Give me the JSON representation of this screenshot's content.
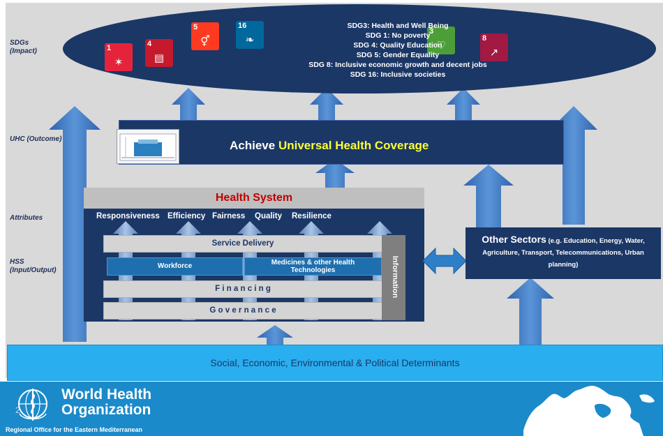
{
  "side_labels": {
    "sdgs": "SDGs\n(Impact)",
    "uhc": "UHC (Outcome)",
    "attributes": "Attributes",
    "hss": "HSS\n(Input/Output)"
  },
  "sdg_lines": [
    "SDG3: Health and Well Being",
    "SDG 1: No poverty",
    "SDG 4: Quality Education",
    "SDG 5: Gender Equality",
    "SDG 8: Inclusive economic growth and decent jobs",
    "SDG 16: Inclusive societies"
  ],
  "sdg_icons": [
    {
      "num": "1",
      "color": "#e5243b",
      "icon": "people-icon",
      "glyph": "✶"
    },
    {
      "num": "4",
      "color": "#c5192d",
      "icon": "book-icon",
      "glyph": "▤"
    },
    {
      "num": "5",
      "color": "#ff3a21",
      "icon": "gender-icon",
      "glyph": "⚥"
    },
    {
      "num": "16",
      "color": "#00689d",
      "icon": "dove-icon",
      "glyph": "❧"
    },
    {
      "num": "3",
      "color": "#4c9f38",
      "icon": "heartbeat-icon",
      "glyph": "♡"
    },
    {
      "num": "8",
      "color": "#a21942",
      "icon": "growth-chart-icon",
      "glyph": "↗"
    }
  ],
  "uhc": {
    "prefix": "Achieve ",
    "highlight": "Universal Health Coverage"
  },
  "health_system": {
    "title": "Health System",
    "attributes": [
      "Responsiveness",
      "Efficiency",
      "Fairness",
      "Quality",
      "Resilience"
    ],
    "service_delivery": "Service Delivery",
    "workforce": "Workforce",
    "medicines": "Medicines & other Health\nTechnologies",
    "financing": "F i n a n c i n g",
    "governance": "G o v e r n a n c e",
    "information": "Information"
  },
  "other_sectors": {
    "title": "Other Sectors",
    "detail": " (e.g. Education,  Energy, Water, Agriculture, Transport, Telecommunications, Urban planning)"
  },
  "determinants": "Social, Economic, Environmental & Political Determinants",
  "footer": {
    "org_line1": "World Health",
    "org_line2": "Organization",
    "office": "Regional Office for the Eastern Mediterranean",
    "page": "2"
  },
  "colors": {
    "navy": "#1b3766",
    "arrow_blue": "#3d76c2",
    "highlight_yellow": "#ffff33",
    "title_red": "#c00000",
    "determinants_blue": "#29aef0",
    "footer_blue": "#1a8acb"
  }
}
